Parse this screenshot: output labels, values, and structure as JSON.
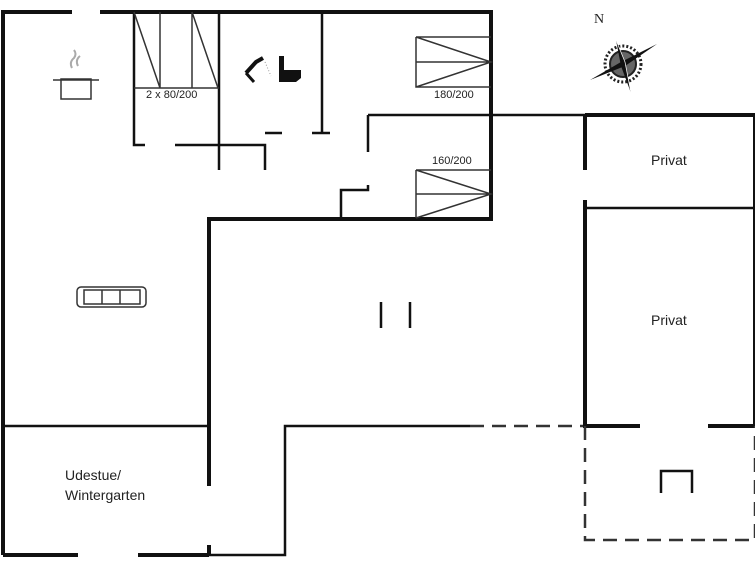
{
  "compass": {
    "north_label": "N"
  },
  "rooms": {
    "bedroom_twin": {
      "bed_label": "2 x 80/200"
    },
    "bedroom_double1": {
      "bed_label": "180/200"
    },
    "bedroom_double2": {
      "bed_label": "160/200"
    },
    "privat1": {
      "label": "Privat"
    },
    "privat2": {
      "label": "Privat"
    },
    "conservatory": {
      "label_line1": "Udestue/",
      "label_line2": "Wintergarten"
    }
  },
  "icons": [
    "kitchen-pot-icon",
    "shower-icon",
    "toilet-icon",
    "sofa-icon",
    "compass-rose-icon",
    "fireplace-icon"
  ]
}
